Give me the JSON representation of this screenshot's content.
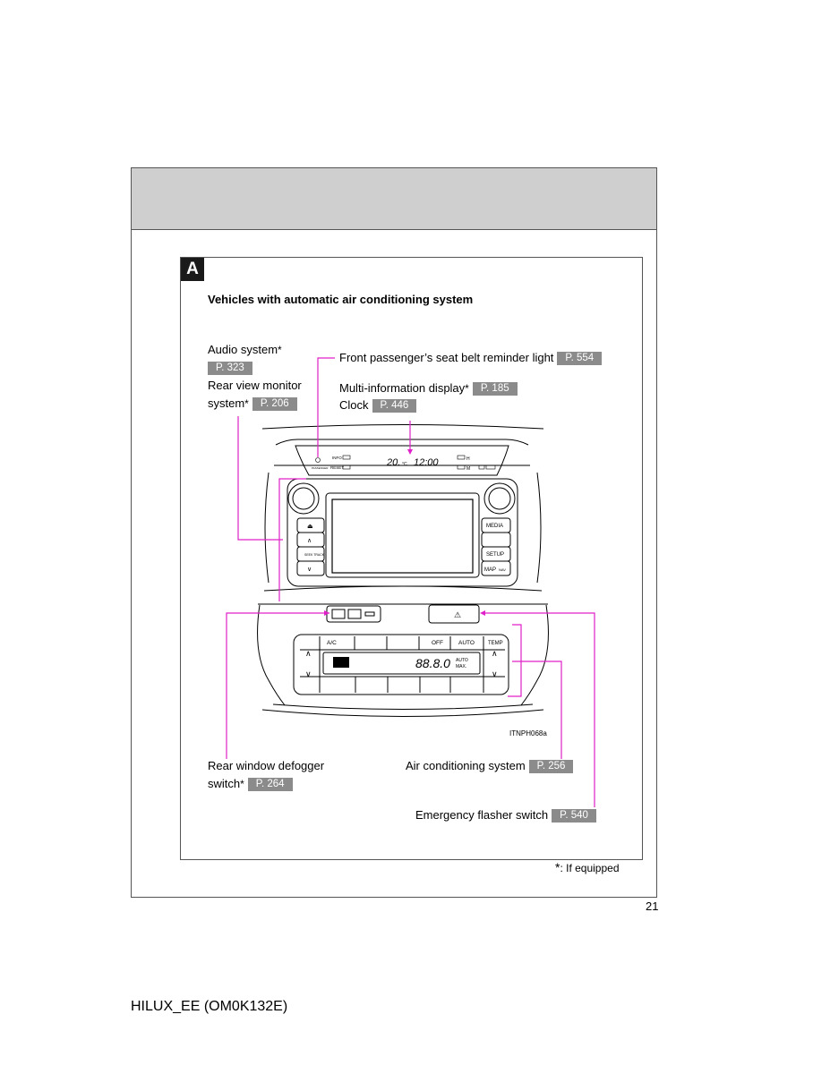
{
  "section_badge": "A",
  "section_title": "Vehicles with automatic air conditioning system",
  "callouts": {
    "audio": {
      "label": "Audio system",
      "star": "*",
      "page_ref": "P. 323"
    },
    "rear_view": {
      "line1": "Rear view monitor",
      "line2": "system",
      "star": "*",
      "page_ref": "P. 206"
    },
    "seat_belt": {
      "label": "Front passenger’s seat belt reminder light",
      "page_ref": "P. 554"
    },
    "multi_info": {
      "label": "Multi-information display",
      "star": "*",
      "page_ref": "P. 185"
    },
    "clock": {
      "label": "Clock",
      "page_ref": "P. 446"
    },
    "rear_defogger": {
      "line1": "Rear window defogger",
      "line2": "switch",
      "star": "*",
      "page_ref": "P. 264"
    },
    "air_conditioning": {
      "label": "Air conditioning system",
      "page_ref": "P. 256"
    },
    "emergency_flasher": {
      "label": "Emergency flasher switch",
      "page_ref": "P. 540"
    }
  },
  "panel_text": {
    "info": "INFO",
    "reset": "RESET",
    "passenger": "PASSENGER",
    "temp_display": "20.",
    "temp_unit": "°C",
    "clock_display": "12:00",
    "h": "H",
    "m": "M",
    "media": "MEDIA",
    "setup": "SETUP",
    "map": "MAP",
    "nav": "NAV",
    "seek_track": "SEEK TRACK",
    "ac": "A/C",
    "off": "OFF",
    "auto": "AUTO",
    "temp": "TEMP",
    "lcd_digits": "88.8.0",
    "lcd_auto": "AUTO",
    "lcd_max": "MAX.",
    "image_code": "ITNPH068a"
  },
  "footnote": {
    "star": "*",
    "text": ": If equipped"
  },
  "page_number": "21",
  "doc_code": "HILUX_EE (OM0K132E)",
  "colors": {
    "leader": "#e020c8",
    "ref_bg": "#8b8b8b",
    "header_band": "#cfcfcf"
  }
}
